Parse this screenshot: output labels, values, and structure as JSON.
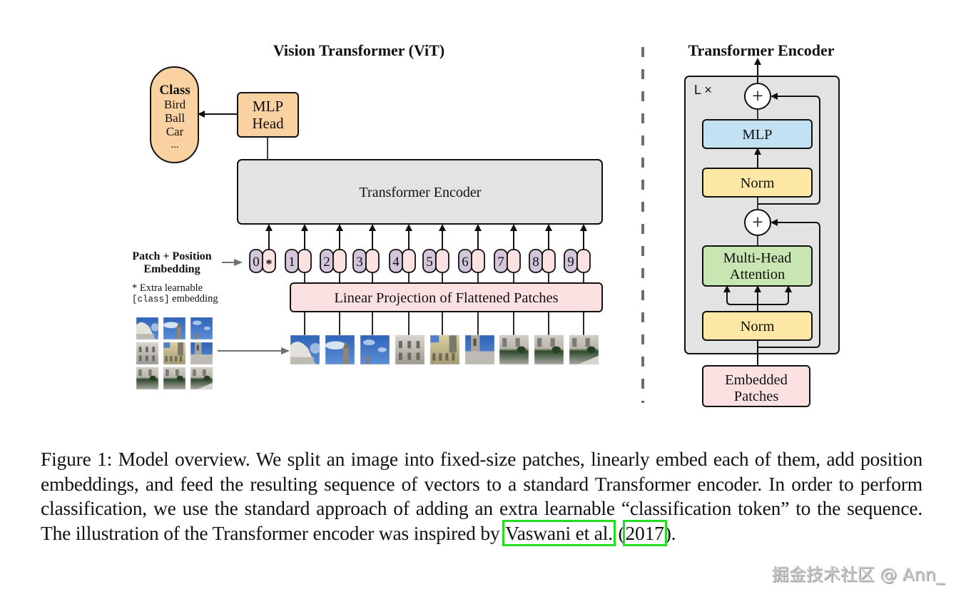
{
  "vit": {
    "title": "Vision Transformer (ViT)",
    "class_box": {
      "title": "Class",
      "items": [
        "Bird",
        "Ball",
        "Car",
        "..."
      ]
    },
    "mlp_head": [
      "MLP",
      "Head"
    ],
    "encoder_label": "Transformer Encoder",
    "embedding_label": [
      "Patch + Position",
      "Embedding"
    ],
    "extra_note": {
      "star_line": "* Extra learnable",
      "code": "[class]",
      "suffix": " embedding"
    },
    "tokens": [
      "0",
      "1",
      "2",
      "3",
      "4",
      "5",
      "6",
      "7",
      "8",
      "9"
    ],
    "class_token_symbol": "*",
    "projection_label": "Linear Projection of Flattened Patches",
    "patch_count": 9,
    "grid": "3x3"
  },
  "encoder_detail": {
    "title": "Transformer Encoder",
    "repeat_label": "L ×",
    "blocks": {
      "mlp": "MLP",
      "norm_top": "Norm",
      "attention": [
        "Multi-Head",
        "Attention"
      ],
      "norm_bottom": "Norm",
      "input": [
        "Embedded",
        "Patches"
      ]
    },
    "add_symbol": "+"
  },
  "colors": {
    "orange": "#fad2a2",
    "gray": "#e3e3e3",
    "purple": "#d3c6da",
    "pink": "#fbe1e2",
    "blue": "#c2e1f2",
    "yellow": "#fde8a5",
    "green": "#c8e6b1",
    "divider": "#6d6d6d",
    "citation_box": "#22dd22"
  },
  "caption": {
    "text": "Figure 1: Model overview. We split an image into fixed-size patches, linearly embed each of them, add position embeddings, and feed the resulting sequence of vectors to a standard Transformer encoder. In order to perform classification, we use the standard approach of adding an extra learnable “classification token” to the sequence. The illustration of the Transformer encoder was inspired by ",
    "cite_author": "Vaswani et al.",
    "cite_open": " (",
    "cite_year": "2017",
    "cite_close": ")."
  },
  "watermark": "掘金技术社区 @ Ann_"
}
